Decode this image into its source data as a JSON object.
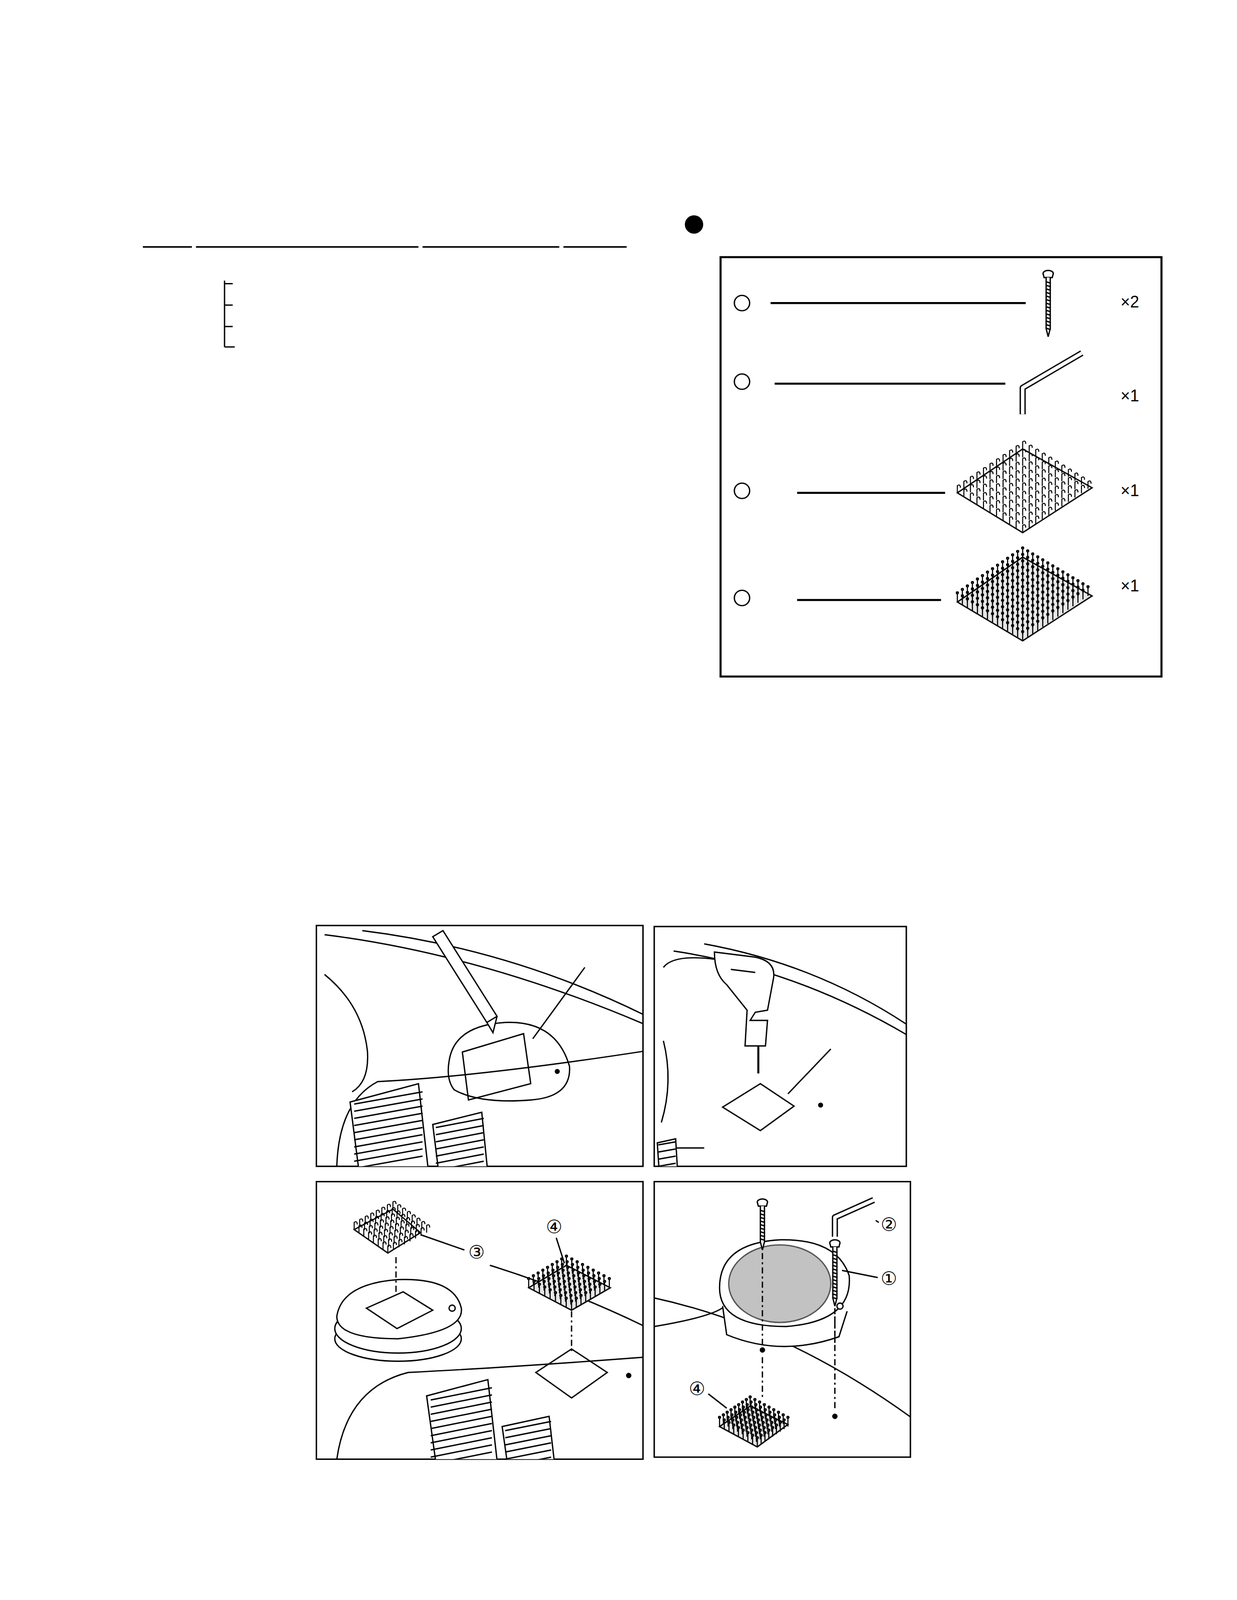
{
  "diagram": {
    "labels": [
      "×2",
      "×1",
      "×1",
      "×1",
      "③",
      "④",
      "②",
      "①",
      "④"
    ]
  }
}
